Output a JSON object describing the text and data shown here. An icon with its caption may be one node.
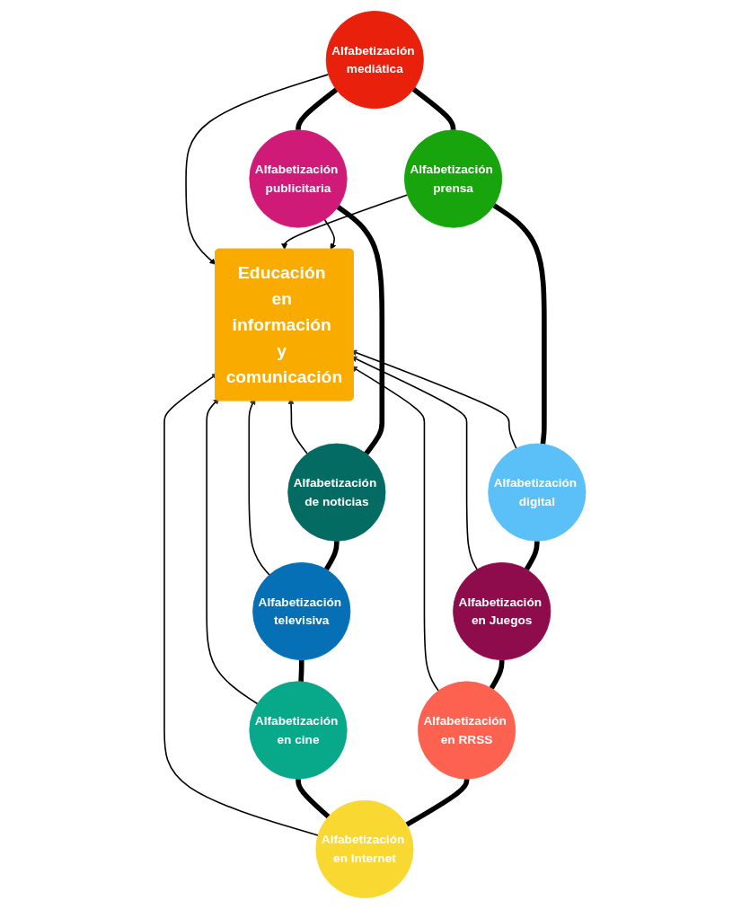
{
  "diagram": {
    "nodes": [
      {
        "text": [
          "Alfabetización mediática"
        ]
      },
      {
        "text": [
          "Alfabetización prensa"
        ]
      },
      {
        "text": [
          "Alfabetización publicitaria"
        ]
      },
      {
        "text": [
          "Alfabetización digital"
        ]
      },
      {
        "text": [
          "Alfabetización de noticias"
        ]
      },
      {
        "text": [
          "Educación en información y comunicación"
        ]
      },
      {
        "text": [
          "Alfabetización en Juegos"
        ]
      },
      {
        "text": [
          "Alfabetización televisiva"
        ]
      },
      {
        "text": [
          "Alfabetización en RRSS"
        ]
      },
      {
        "text": [
          "Alfabetización en cine"
        ]
      },
      {
        "text": [
          "Alfabetización en Internet"
        ]
      }
    ],
    "edges": [
      {
        "from": 0,
        "to": 5,
        "arrow": "to"
      },
      {
        "from": 1,
        "to": 5,
        "arrow": "to"
      },
      {
        "from": 2,
        "to": 5,
        "arrow": "to"
      },
      {
        "from": 3,
        "to": 5,
        "arrow": "to"
      },
      {
        "from": 4,
        "to": 5,
        "arrow": "to"
      },
      {
        "from": 6,
        "to": 5,
        "arrow": "to"
      },
      {
        "from": 7,
        "to": 5,
        "arrow": "to"
      },
      {
        "from": 8,
        "to": 5,
        "arrow": "to"
      },
      {
        "from": 9,
        "to": 5,
        "arrow": "to"
      },
      {
        "from": 10,
        "to": 5,
        "arrow": "to"
      },
      {
        "from": 0,
        "to": 2,
        "arrow": "none",
        "style": "thick"
      },
      {
        "from": 2,
        "to": 4,
        "arrow": "none",
        "style": "thick"
      },
      {
        "from": 4,
        "to": 7,
        "arrow": "none",
        "style": "thick"
      },
      {
        "from": 7,
        "to": 9,
        "arrow": "none",
        "style": "thick"
      },
      {
        "from": 9,
        "to": 10,
        "arrow": "none",
        "style": "thick"
      },
      {
        "from": 10,
        "to": 8,
        "arrow": "none",
        "style": "thick"
      },
      {
        "from": 8,
        "to": 6,
        "arrow": "none",
        "style": "thick"
      },
      {
        "from": 6,
        "to": 3,
        "arrow": "none",
        "style": "thick"
      },
      {
        "from": 3,
        "to": 1,
        "arrow": "none",
        "style": "thick"
      },
      {
        "from": 1,
        "to": 0,
        "arrow": "none",
        "style": "thick"
      }
    ]
  }
}
